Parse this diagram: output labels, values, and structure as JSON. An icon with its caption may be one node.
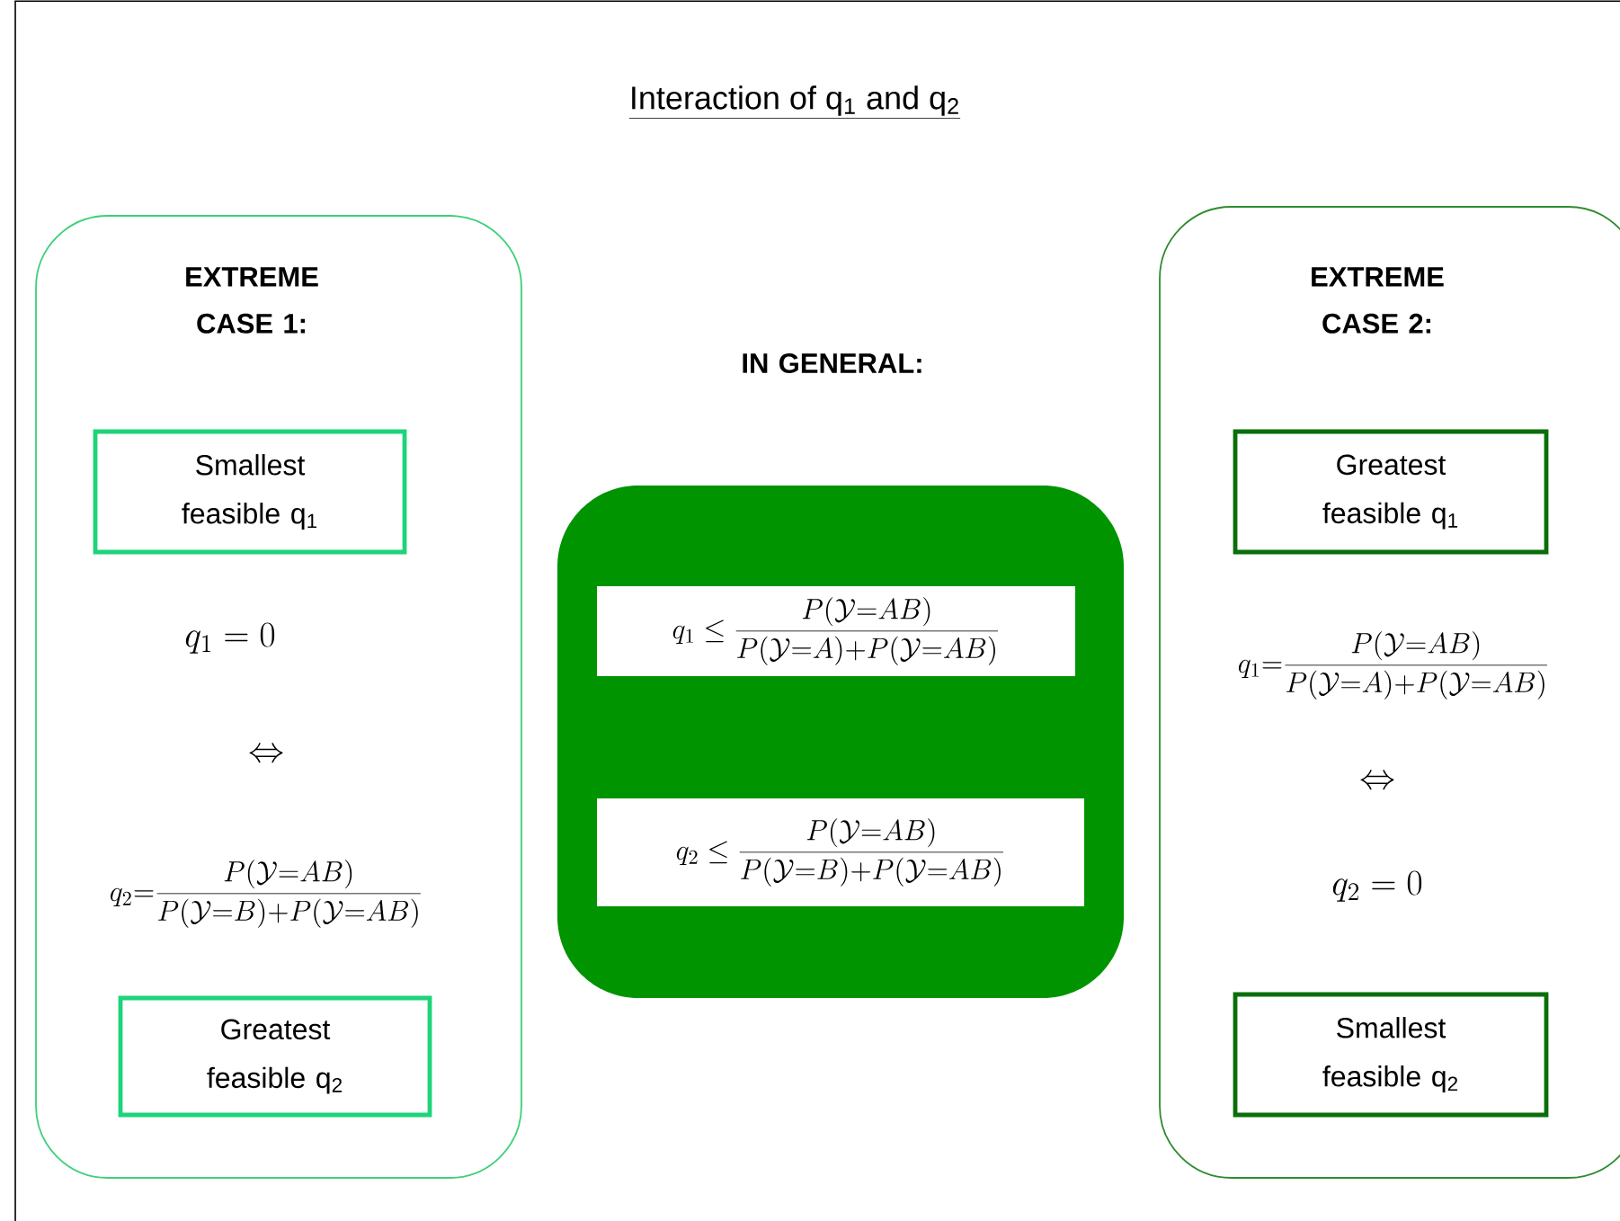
{
  "diagram": {
    "title": "Interaction of q$_{1}$ and q$_{2}$",
    "nodes": [
      {
        "text": [
          "EXTREME CASE 1:",
          "q_1 = 0",
          "\\Leftrightarrow",
          "q_2{=}\\frac{P(\\mathcal{Y}{=}AB)}{P(\\mathcal{Y}{=}B){+}P(\\mathcal{Y}{=}AB)}"
        ]
      },
      {
        "text": [
          "Smallest feasible q$_{1}$"
        ],
        "in": 0
      },
      {
        "text": [
          "Greatest feasible q$_{2}$"
        ],
        "in": 0
      },
      {
        "text": [
          "IN GENERAL:"
        ]
      },
      {
        "text": [
          "q_1 \\leq \\frac{P(\\mathcal{Y}{=}AB)}{P(\\mathcal{Y}{=}A){+}P(\\mathcal{Y}{=}AB)}"
        ],
        "in": 3
      },
      {
        "text": [
          "q_2 \\leq \\frac{P(\\mathcal{Y}{=}AB)}{P(\\mathcal{Y}{=}B){+}P(\\mathcal{Y}{=}AB)}"
        ],
        "in": 3
      },
      {
        "text": [
          "EXTREME CASE 2:",
          "q_1{=}\\frac{P(\\mathcal{Y}{=}AB)}{P(\\mathcal{Y}{=}A){+}P(\\mathcal{Y}{=}AB)}",
          "\\Leftrightarrow",
          "q_2 = 0"
        ]
      },
      {
        "text": [
          "Greatest feasible q$_{1}$"
        ],
        "in": 6
      },
      {
        "text": [
          "Smallest feasible q$_{2}$"
        ],
        "in": 6
      }
    ]
  }
}
